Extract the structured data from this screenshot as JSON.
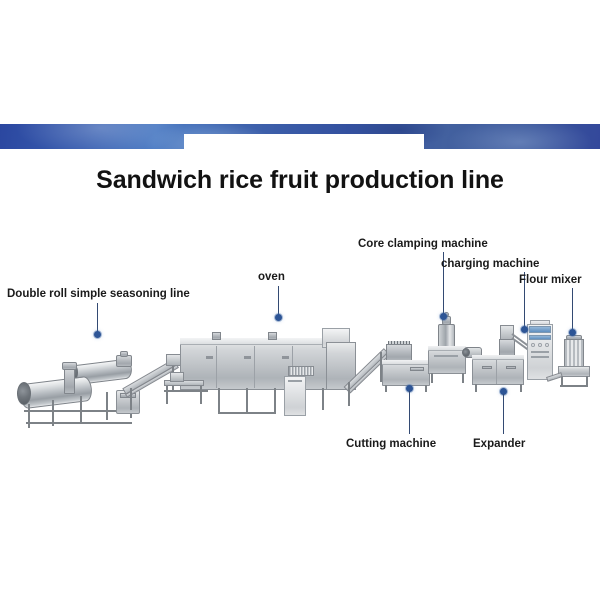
{
  "page": {
    "title": "Sandwich rice fruit production line",
    "background_color": "#ffffff"
  },
  "banner": {
    "name": "blue-decorative-banner",
    "accent_color": "#33509f",
    "highlight_color": "#4d7cc4"
  },
  "diagram": {
    "type": "production-line-flow",
    "marker_color": "#2d5596",
    "leader_color": "#334a73",
    "label_color": "#1a1a1a",
    "callouts": [
      {
        "id": "double-roll-simple-seasoning-line",
        "label": "Double roll simple seasoning line",
        "label_position": "above-left",
        "leader": "down"
      },
      {
        "id": "oven",
        "label": "oven",
        "label_position": "above",
        "leader": "down"
      },
      {
        "id": "core-clamping-machine",
        "label": "Core clamping machine",
        "label_position": "above",
        "leader": "down"
      },
      {
        "id": "charging-machine",
        "label": "charging machine",
        "label_position": "above",
        "leader": "down"
      },
      {
        "id": "flour-mixer",
        "label": "Flour mixer",
        "label_position": "above-right",
        "leader": "down"
      },
      {
        "id": "cutting-machine",
        "label": "Cutting machine",
        "label_position": "below",
        "leader": "up"
      },
      {
        "id": "expander",
        "label": "Expander",
        "label_position": "below",
        "leader": "up"
      }
    ],
    "machines": [
      {
        "id": "seasoning-drums",
        "name": "double-roll-seasoning-drums"
      },
      {
        "id": "incline-conveyor-1",
        "name": "inclined-conveyor"
      },
      {
        "id": "tunnel-oven",
        "name": "tunnel-oven"
      },
      {
        "id": "incline-conveyor-2",
        "name": "inclined-conveyor"
      },
      {
        "id": "cutting-machine-unit",
        "name": "cutting-machine"
      },
      {
        "id": "core-clamping-unit",
        "name": "core-clamping-machine"
      },
      {
        "id": "expander-unit",
        "name": "twin-screw-expander"
      },
      {
        "id": "control-cabinet",
        "name": "electrical-control-cabinet"
      },
      {
        "id": "flour-mixer-unit",
        "name": "flour-mixer"
      }
    ]
  }
}
